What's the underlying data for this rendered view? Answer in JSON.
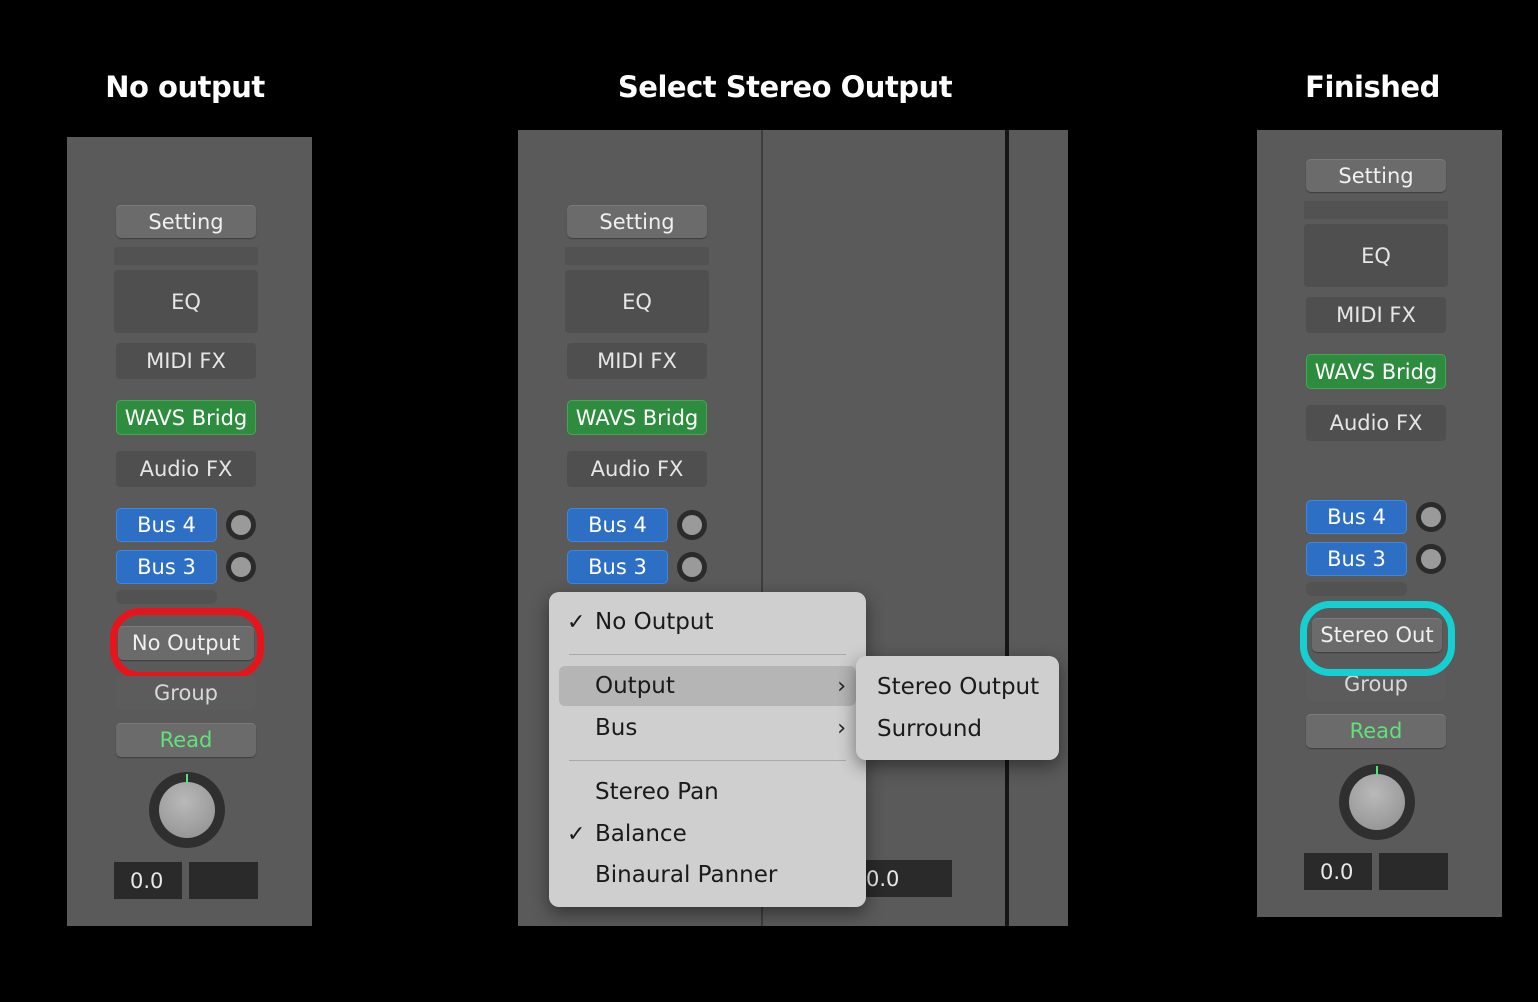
{
  "headings": {
    "left": "No output",
    "middle": "Select Stereo Output",
    "right": "Finished"
  },
  "strip": {
    "setting": "Setting",
    "eq": "EQ",
    "midi_fx": "MIDI FX",
    "plugin": "WAVS Bridg",
    "audio_fx": "Audio FX",
    "bus4": "Bus 4",
    "bus3": "Bus 3",
    "group": "Group",
    "automation": "Read",
    "volume": "0.0"
  },
  "left": {
    "output": "No Output"
  },
  "right": {
    "output": "Stereo Out"
  },
  "menu": {
    "check": "✓",
    "chevron": "›",
    "items": {
      "no_output": "No Output",
      "output": "Output",
      "bus": "Bus",
      "stereo_pan": "Stereo Pan",
      "balance": "Balance",
      "binaural": "Binaural Panner"
    },
    "submenu": {
      "stereo_output": "Stereo Output",
      "surround": "Surround"
    }
  },
  "middle": {
    "volume_partial": "0.0"
  },
  "colors": {
    "highlight_left": "#e8141c",
    "highlight_right": "#15d0d3",
    "plugin_green": "#2e8c3f",
    "bus_blue": "#2d6fc4"
  }
}
